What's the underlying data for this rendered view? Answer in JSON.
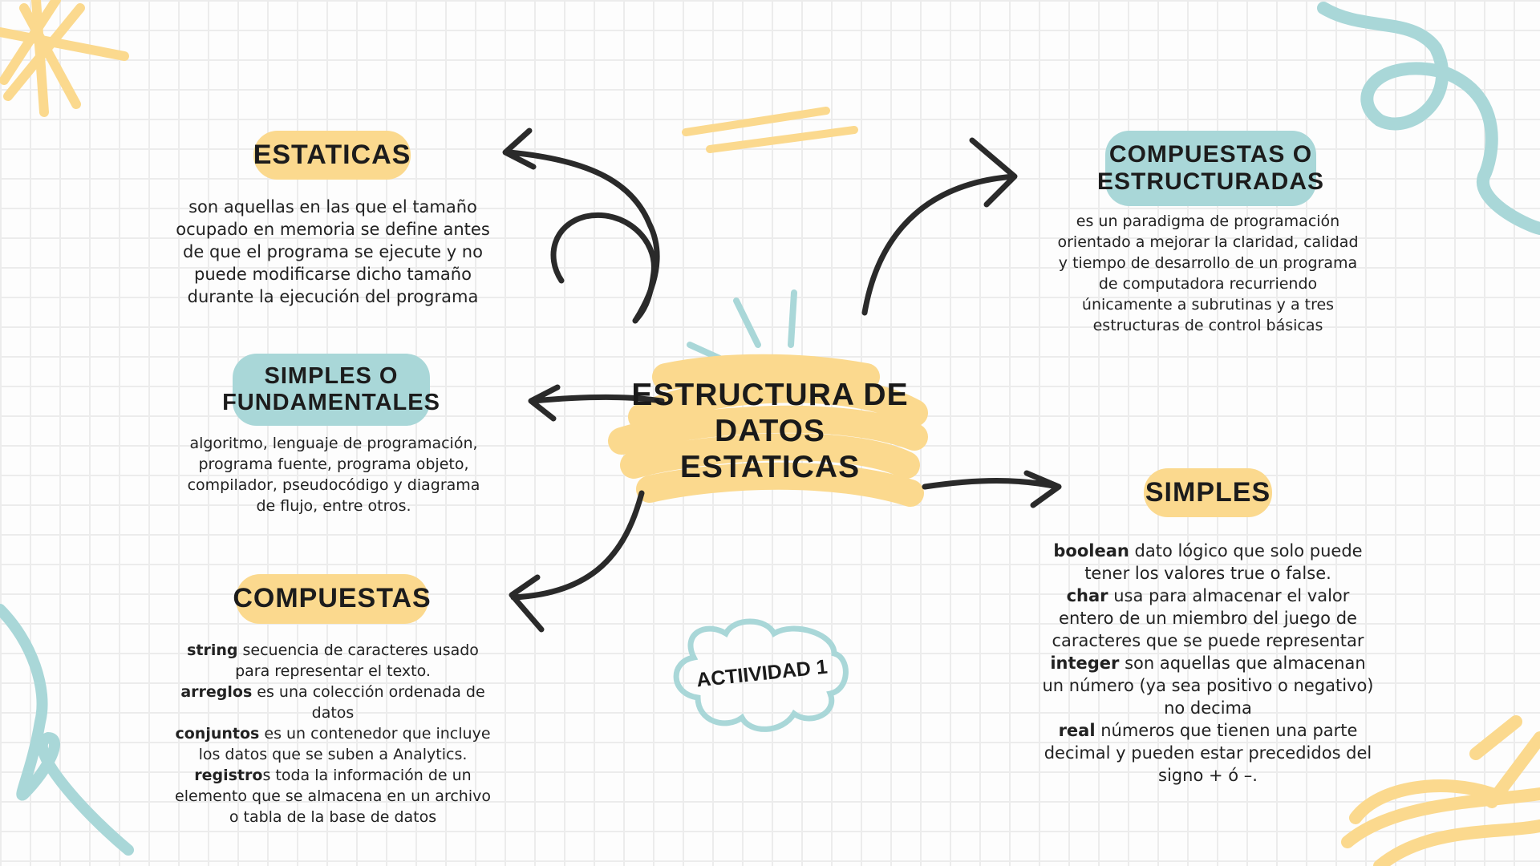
{
  "center": {
    "title_lines": [
      "ESTRUCTURA DE",
      "DATOS",
      "ESTATICAS"
    ]
  },
  "estaticas": {
    "heading": "ESTATICAS",
    "lines": [
      "son aquellas en las que el tamaño",
      "ocupado en memoria se define antes",
      "de que el programa se ejecute y no",
      "puede modificarse dicho tamaño",
      "durante la ejecución del programa"
    ]
  },
  "simples_fund": {
    "heading_lines": [
      "SIMPLES O",
      "FUNDAMENTALES"
    ],
    "lines": [
      "algoritmo, lenguaje de programación,",
      "programa fuente, programa objeto,",
      "compilador, pseudocódigo y diagrama",
      "de flujo, entre otros."
    ]
  },
  "compuestas": {
    "heading": "COMPUESTAS",
    "items": [
      {
        "term": "string",
        "text": " secuencia de caracteres usado para representar el texto."
      },
      {
        "term": "arreglos",
        "text": " es una colección ordenada de datos"
      },
      {
        "term": "conjuntos",
        "text": " es un contenedor que incluye los datos que se suben a Analytics."
      },
      {
        "term": "registro",
        "text": "s toda la información de un elemento que se almacena en un archivo o tabla de la base de datos"
      }
    ]
  },
  "compuestas_estr": {
    "heading_lines": [
      "COMPUESTAS O",
      "ESTRUCTURADAS"
    ],
    "lines": [
      "es un paradigma de programación",
      "orientado a mejorar la claridad, calidad",
      "y tiempo de desarrollo de un programa",
      "de computadora recurriendo",
      "únicamente a subrutinas y a tres",
      "estructuras de control básicas"
    ]
  },
  "simples": {
    "heading": "SIMPLES",
    "items": [
      {
        "term": "boolean",
        "text": " dato lógico que solo puede tener los valores true o false."
      },
      {
        "term": "char",
        "text": " usa para almacenar el valor entero de un miembro del juego de caracteres que se puede representar"
      },
      {
        "term": "integer",
        "text": " son aquellas que almacenan un número (ya sea positivo o negativo) no decima"
      },
      {
        "term": "real",
        "text": " números que tienen una parte decimal y pueden estar precedidos del signo + ó –."
      }
    ]
  },
  "cloud": {
    "label": "ACTIIVIDAD 1"
  },
  "colors": {
    "yellow": "#fbd98e",
    "teal": "#a9d7d8",
    "ink": "#2a2a2a"
  }
}
